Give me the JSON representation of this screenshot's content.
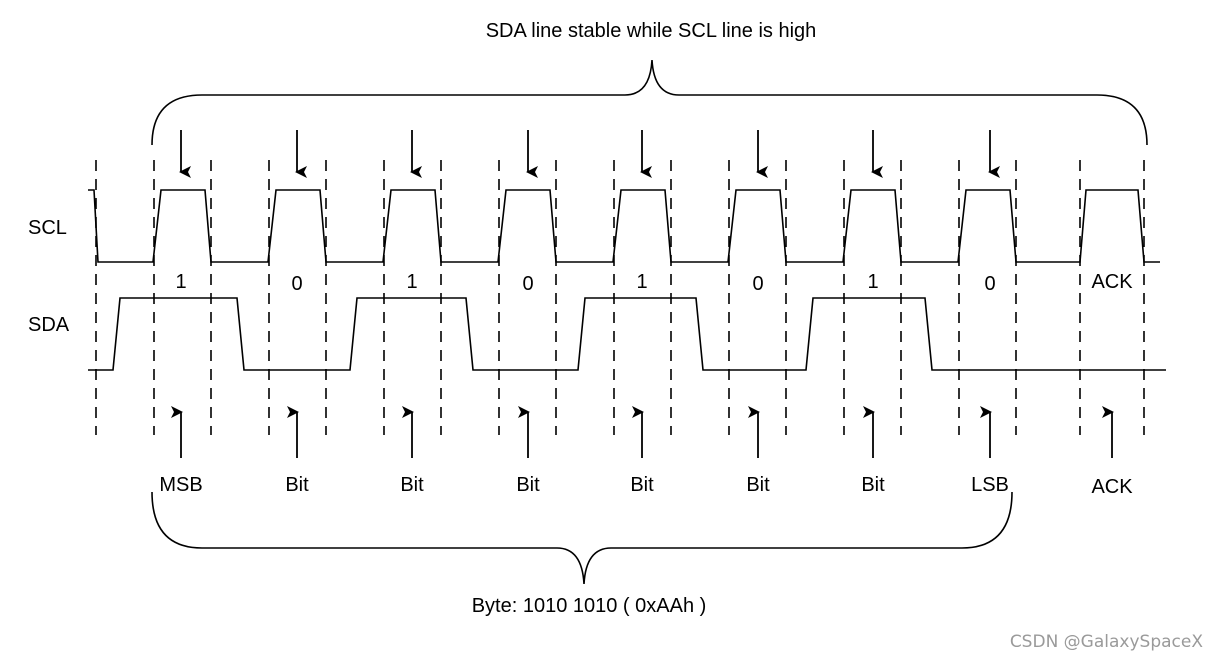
{
  "top_caption": "SDA line stable while SCL line is high",
  "bottom_caption": "Byte: 1010 1010 ( 0xAAh )",
  "signals": {
    "scl": "SCL",
    "sda": "SDA"
  },
  "bits": [
    {
      "value": "1",
      "label": "MSB"
    },
    {
      "value": "0",
      "label": "Bit"
    },
    {
      "value": "1",
      "label": "Bit"
    },
    {
      "value": "0",
      "label": "Bit"
    },
    {
      "value": "1",
      "label": "Bit"
    },
    {
      "value": "0",
      "label": "Bit"
    },
    {
      "value": "1",
      "label": "Bit"
    },
    {
      "value": "0",
      "label": "LSB"
    },
    {
      "value": "ACK",
      "label": "ACK"
    }
  ],
  "watermark": "CSDN @GalaxySpaceX"
}
